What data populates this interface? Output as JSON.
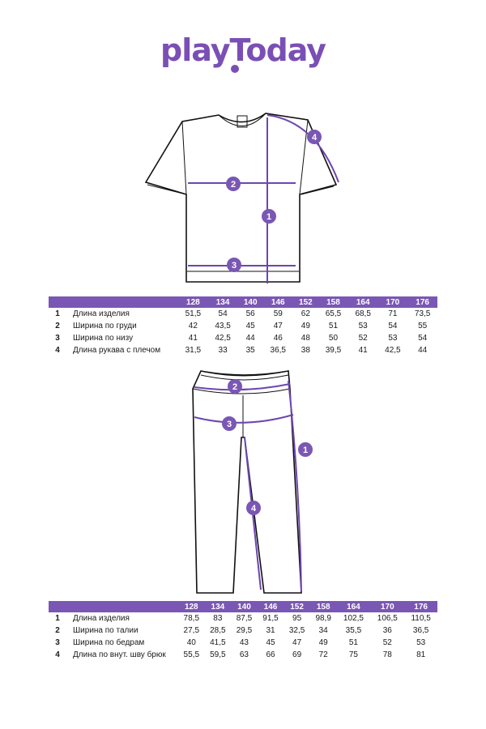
{
  "brand": {
    "logo_text": "playToday",
    "accent_color": "#7a57b4"
  },
  "tshirt": {
    "markers": [
      "1",
      "2",
      "3",
      "4"
    ],
    "table": {
      "sizes": [
        "128",
        "134",
        "140",
        "146",
        "152",
        "158",
        "164",
        "170",
        "176"
      ],
      "rows": [
        {
          "num": "1",
          "label": "Длина изделия",
          "values": [
            "51,5",
            "54",
            "56",
            "59",
            "62",
            "65,5",
            "68,5",
            "71",
            "73,5"
          ]
        },
        {
          "num": "2",
          "label": "Ширина по груди",
          "values": [
            "42",
            "43,5",
            "45",
            "47",
            "49",
            "51",
            "53",
            "54",
            "55"
          ]
        },
        {
          "num": "3",
          "label": "Ширина по низу",
          "values": [
            "41",
            "42,5",
            "44",
            "46",
            "48",
            "50",
            "52",
            "53",
            "54"
          ]
        },
        {
          "num": "4",
          "label": "Длина рукава с плечом",
          "values": [
            "31,5",
            "33",
            "35",
            "36,5",
            "38",
            "39,5",
            "41",
            "42,5",
            "44"
          ]
        }
      ]
    }
  },
  "pants": {
    "markers": [
      "1",
      "2",
      "3",
      "4"
    ],
    "table": {
      "sizes": [
        "128",
        "134",
        "140",
        "146",
        "152",
        "158",
        "164",
        "170",
        "176"
      ],
      "rows": [
        {
          "num": "1",
          "label": "Длина изделия",
          "values": [
            "78,5",
            "83",
            "87,5",
            "91,5",
            "95",
            "98,9",
            "102,5",
            "106,5",
            "110,5"
          ]
        },
        {
          "num": "2",
          "label": "Ширина по талии",
          "values": [
            "27,5",
            "28,5",
            "29,5",
            "31",
            "32,5",
            "34",
            "35,5",
            "36",
            "36,5"
          ]
        },
        {
          "num": "3",
          "label": "Ширина по бедрам",
          "values": [
            "40",
            "41,5",
            "43",
            "45",
            "47",
            "49",
            "51",
            "52",
            "53"
          ]
        },
        {
          "num": "4",
          "label": "Длина по внут. шву брюк",
          "values": [
            "55,5",
            "59,5",
            "63",
            "66",
            "69",
            "72",
            "75",
            "78",
            "81"
          ]
        }
      ]
    }
  }
}
